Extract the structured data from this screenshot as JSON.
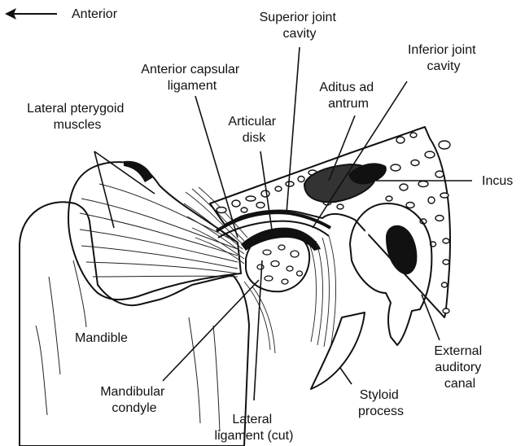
{
  "labels": {
    "anterior": "Anterior",
    "superior_joint_cavity": [
      "Superior joint",
      "cavity"
    ],
    "inferior_joint_cavity": [
      "Inferior joint",
      "cavity"
    ],
    "anterior_capsular_ligament": [
      "Anterior capsular",
      "ligament"
    ],
    "aditus_ad_antrum": [
      "Aditus ad",
      "antrum"
    ],
    "lateral_pterygoid_muscles": [
      "Lateral pterygoid",
      "muscles"
    ],
    "articular_disk": [
      "Articular",
      "disk"
    ],
    "incus": "Incus",
    "mandible": "Mandible",
    "external_auditory_canal": [
      "External",
      "auditory",
      "canal"
    ],
    "mandibular_condyle": [
      "Mandibular",
      "condyle"
    ],
    "styloid_process": [
      "Styloid",
      "process"
    ],
    "lateral_ligament_cut": [
      "Lateral",
      "ligament (cut)"
    ]
  },
  "icons": {
    "direction_arrow": "left-arrow-icon"
  },
  "colors": {
    "ink": "#111111",
    "dark_fill": "#333333",
    "mid_gray": "#9a9a9a",
    "light_gray": "#d4d4d4",
    "paper": "#ffffff"
  }
}
